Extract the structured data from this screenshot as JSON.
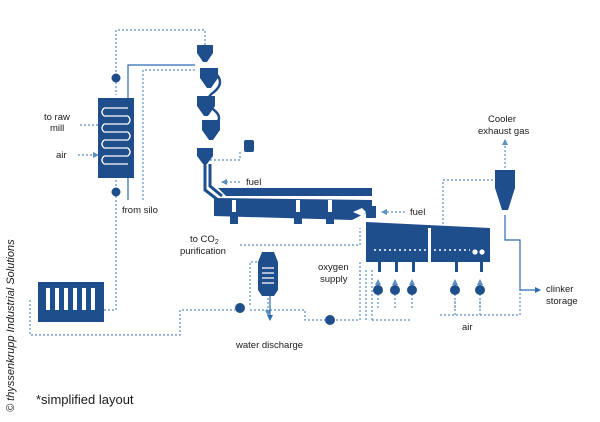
{
  "colors": {
    "equipment": "#1f4e8c",
    "dotted_line": "#5a8fc4",
    "solid_line": "#2d6bb0",
    "text": "#1a1a1a"
  },
  "labels": {
    "to_raw_mill_1": "to raw",
    "to_raw_mill_2": "mill",
    "air_left": "air",
    "from_silo": "from silo",
    "fuel_top": "fuel",
    "fuel_right": "fuel",
    "cooler_exhaust_1": "Cooler",
    "cooler_exhaust_2": "exhaust gas",
    "to_co2_1": "to CO",
    "to_co2_sub": "2",
    "to_co2_2": "purification",
    "oxygen_supply_1": "oxygen",
    "oxygen_supply_2": "supply",
    "air_bottom": "air",
    "water_discharge": "water discharge",
    "clinker_storage_1": "clinker",
    "clinker_storage_2": "storage"
  },
  "footnote": "*simplified layout",
  "copyright": "© thyssenkrupp Industrial Solutions"
}
